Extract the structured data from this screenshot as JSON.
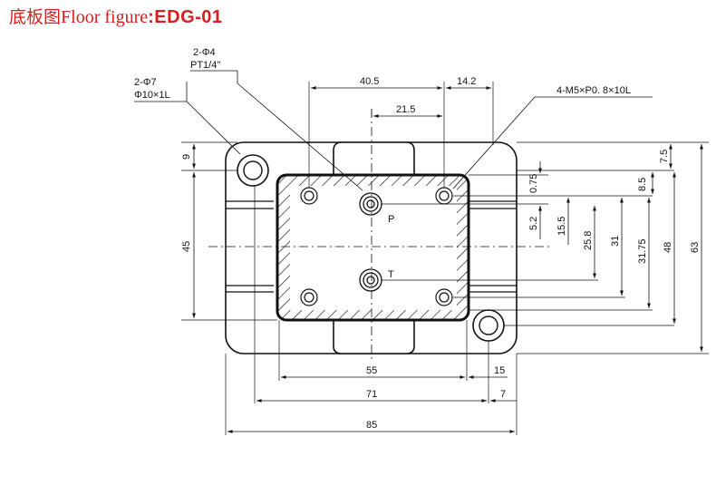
{
  "title": {
    "cn": "底板图",
    "en": "Floor figure",
    "code": "EDG-01"
  },
  "callouts": {
    "pt_port_qty": "2-Φ4",
    "pt_port_thread": "PT1/4\"",
    "pin_qty": "2-Φ7",
    "pin_size": "Φ10×1L",
    "screw": "4-M5×P0. 8×10L"
  },
  "ports": {
    "p": "P",
    "t": "T"
  },
  "dims": {
    "top_40_5": "40.5",
    "top_14_2": "14.2",
    "top_21_5": "21.5",
    "bottom_55": "55",
    "bottom_15": "15",
    "bottom_71": "71",
    "bottom_7": "7",
    "bottom_85": "85",
    "left_9": "9",
    "left_45": "45",
    "right_7_5": "7.5",
    "right_0_75": "0.75",
    "right_8_5": "8.5",
    "right_5_2": "5.2",
    "right_15_5": "15.5",
    "right_25_8": "25.8",
    "right_31": "31",
    "right_31_75": "31.75",
    "right_48": "48",
    "right_63": "63"
  },
  "colors": {
    "title": "#d81e1e",
    "lines": "#111111"
  }
}
